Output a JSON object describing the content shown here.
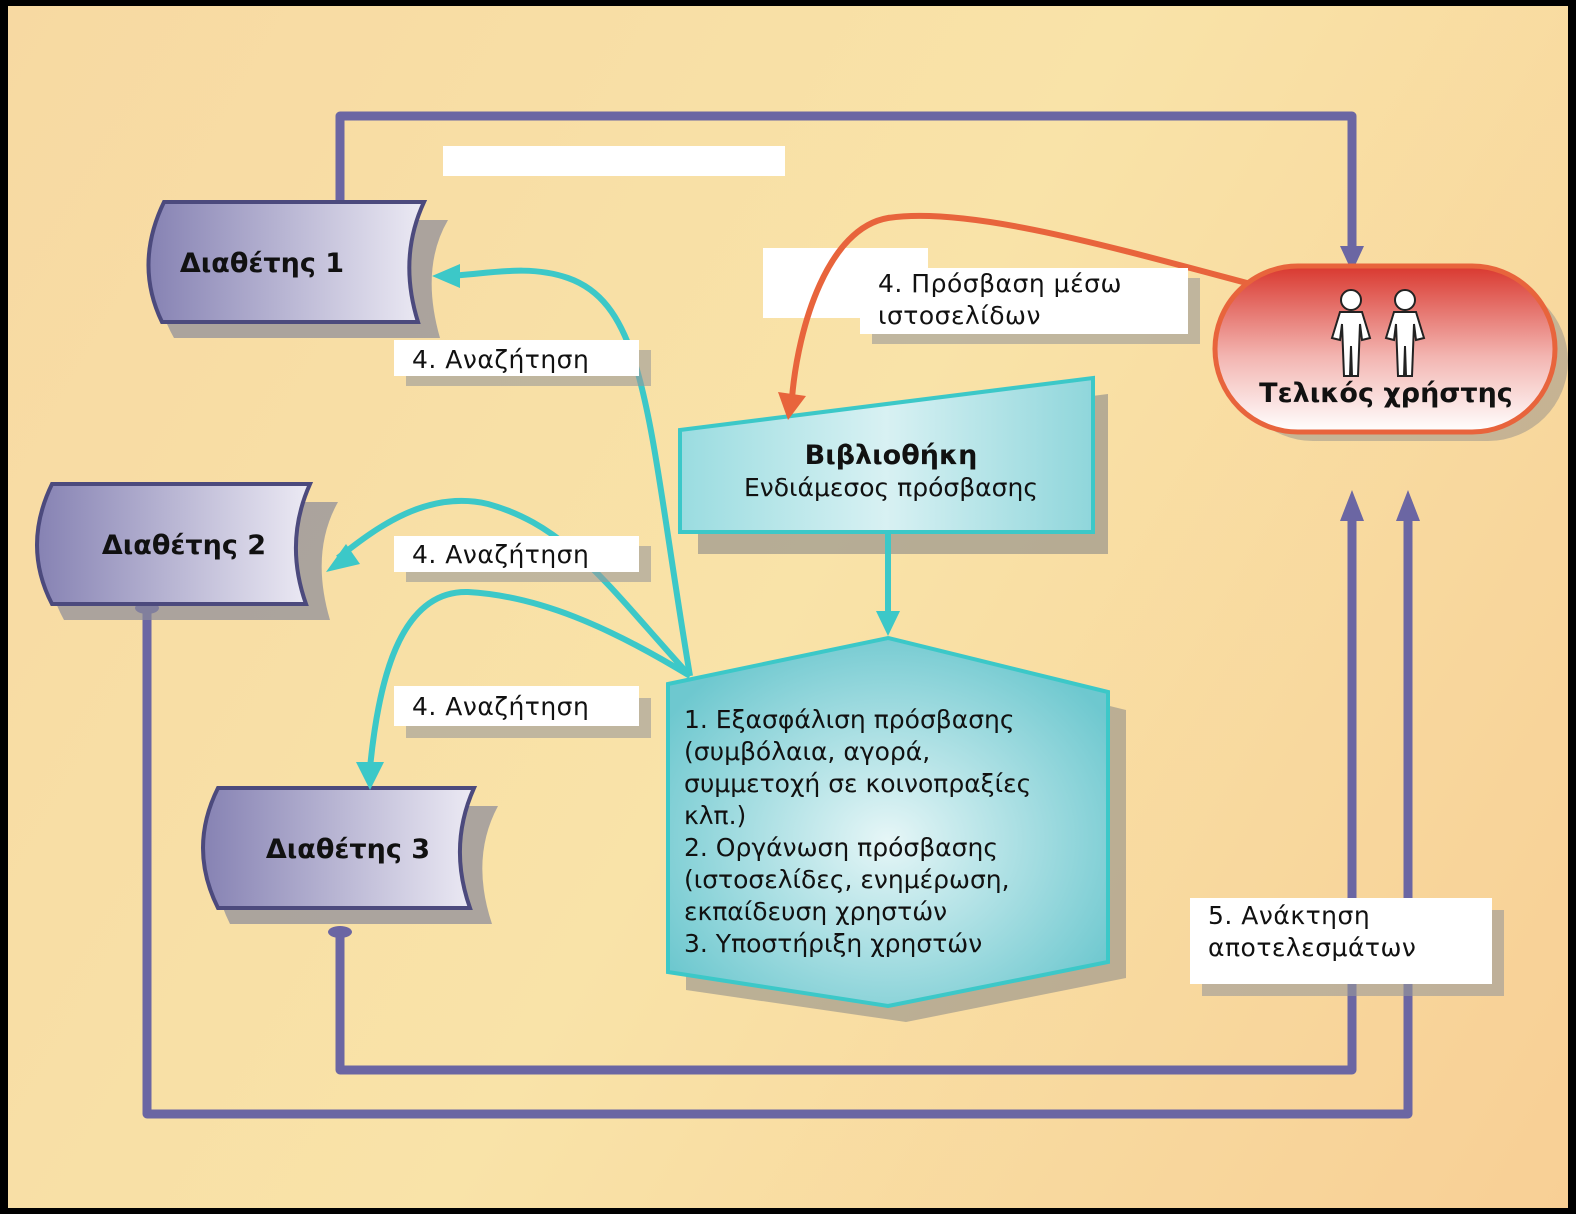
{
  "providers": [
    {
      "label": "Διαθέτης 1"
    },
    {
      "label": "Διαθέτης 2"
    },
    {
      "label": "Διαθέτης 3"
    }
  ],
  "end_user": {
    "label": "Τελικός χρήστης",
    "icon": "two-people-icon"
  },
  "library": {
    "title": "Βιβλιοθήκη",
    "subtitle": "Ενδιάμεσος πρόσβασης"
  },
  "services": {
    "lines": [
      "1. Εξασφάλιση πρόσβασης",
      "(συμβόλαια, αγορά,",
      "συμμετοχή σε κοινοπραξίες",
      "κλπ.)",
      "2. Οργάνωση πρόσβασης",
      "(ιστοσελίδες, ενημέρωση,",
      "εκπαίδευση χρηστών",
      "3. Υποστήριξη χρηστών"
    ]
  },
  "labels": {
    "search_1": "4. Αναζήτηση",
    "search_2": "4. Αναζήτηση",
    "search_3": "4. Αναζήτηση",
    "web_access": [
      "4. Πρόσβαση μέσω",
      "ιστοσελίδων"
    ],
    "retrieval": [
      "5.  Ανάκτηση",
      "αποτελεσμάτων"
    ]
  },
  "colors": {
    "background": "#f9dfa4",
    "provider_fill_dark": "#8c8ab6",
    "provider_fill_light": "#e6e6f2",
    "connector_purple": "#6b66a3",
    "arrow_teal": "#3cc8c8",
    "arrow_orange": "#e8643c",
    "library_fill": "#7fd3d8",
    "end_user_red": "#dc3c32"
  }
}
